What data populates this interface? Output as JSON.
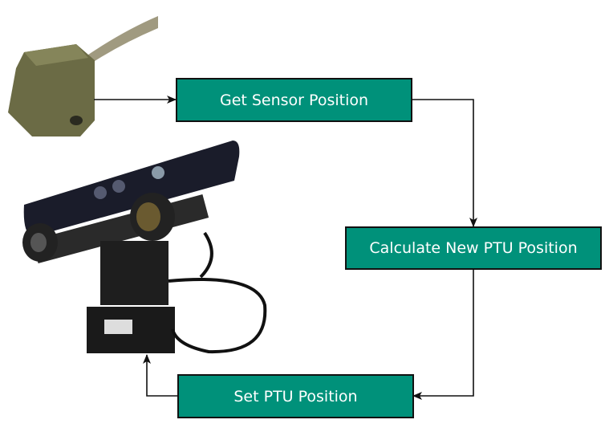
{
  "diagram": {
    "steps": [
      {
        "label": "Get Sensor Position"
      },
      {
        "label": "Calculate New PTU Position"
      },
      {
        "label": "Set PTU Position"
      }
    ],
    "colors": {
      "box_fill": "#00917a",
      "box_text": "#ffffff",
      "arrow": "#111111"
    }
  }
}
